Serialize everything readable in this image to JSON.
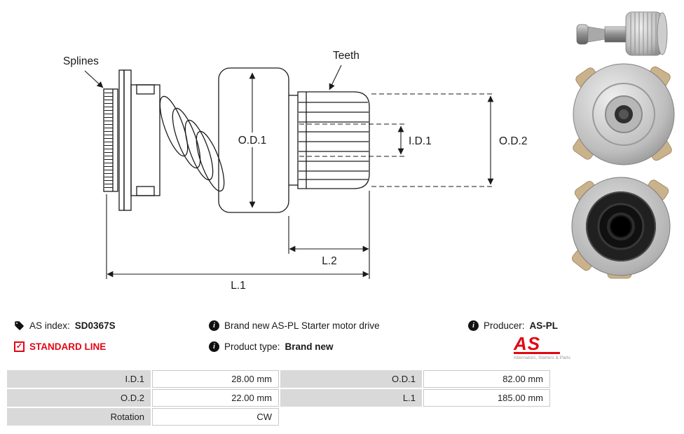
{
  "diagram": {
    "labels": {
      "splines": "Splines",
      "teeth": "Teeth",
      "od1": "O.D.1",
      "id1": "I.D.1",
      "od2": "O.D.2",
      "l2": "L.2",
      "l1": "L.1"
    }
  },
  "info": {
    "as_index_label": "AS index:",
    "as_index_value": "SD0367S",
    "description": "Brand new AS-PL Starter motor drive",
    "producer_label": "Producer:",
    "producer_value": "AS-PL",
    "standard_line": "STANDARD LINE",
    "product_type_label": "Product type:",
    "product_type_value": "Brand new",
    "logo_text": "AS",
    "logo_subtext": "Alternators, Starters & Parts"
  },
  "specs": {
    "rows": [
      {
        "label1": "I.D.1",
        "value1": "28.00 mm",
        "label2": "O.D.1",
        "value2": "82.00 mm"
      },
      {
        "label1": "O.D.2",
        "value1": "22.00 mm",
        "label2": "L.1",
        "value2": "185.00 mm"
      },
      {
        "label1": "Rotation",
        "value1": "CW",
        "label2": "",
        "value2": ""
      }
    ]
  },
  "colors": {
    "accent_red": "#e30613",
    "table_label_bg": "#d9d9d9",
    "line_color": "#1a1a1a"
  }
}
